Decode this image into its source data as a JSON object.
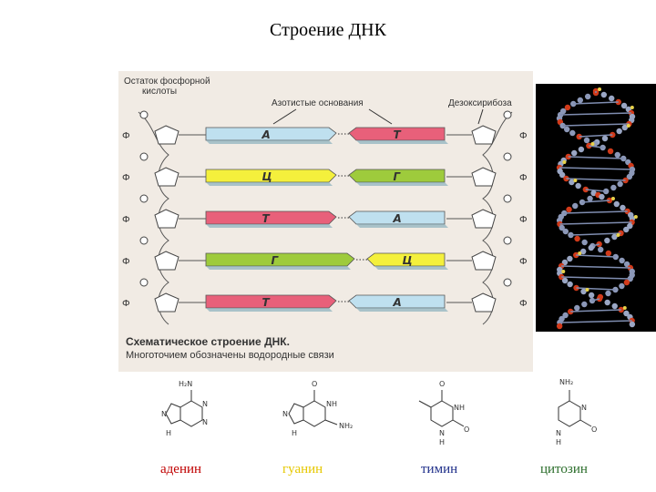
{
  "title": "Строение ДНК",
  "diagram": {
    "label_phosphate": "Остаток фосфорной кислоты",
    "label_phosphate_line1": "Остаток фосфорной",
    "label_phosphate_line2": "кислоты",
    "label_bases": "Азотистые основания",
    "label_sugar": "Дезоксирибоза",
    "phosphate_symbol": "Ф",
    "caption_line1": "Схематическое строение ДНК.",
    "caption_line2": "Многоточием обозначены водородные связи",
    "pairs": [
      {
        "left": "А",
        "right": "Т",
        "left_color": "#bfe0ef",
        "right_color": "#e8607a"
      },
      {
        "left": "Ц",
        "right": "Г",
        "left_color": "#f4f03c",
        "right_color": "#9ecb3c"
      },
      {
        "left": "Т",
        "right": "А",
        "left_color": "#e8607a",
        "right_color": "#bfe0ef"
      },
      {
        "left": "Г",
        "right": "Ц",
        "left_color": "#9ecb3c",
        "right_color": "#f4f03c"
      },
      {
        "left": "Т",
        "right": "А",
        "left_color": "#e8607a",
        "right_color": "#bfe0ef"
      }
    ]
  },
  "bases": [
    {
      "name": "аденин",
      "color": "#c00000"
    },
    {
      "name": "гуанин",
      "color": "#e6c800"
    },
    {
      "name": "тимин",
      "color": "#1f2f8a"
    },
    {
      "name": "цитозин",
      "color": "#2c6e2c"
    }
  ],
  "formula_labels": {
    "nh2": "NH₂",
    "h2n": "H₂N",
    "nh": "NH",
    "n": "N",
    "h": "H",
    "o": "O"
  }
}
